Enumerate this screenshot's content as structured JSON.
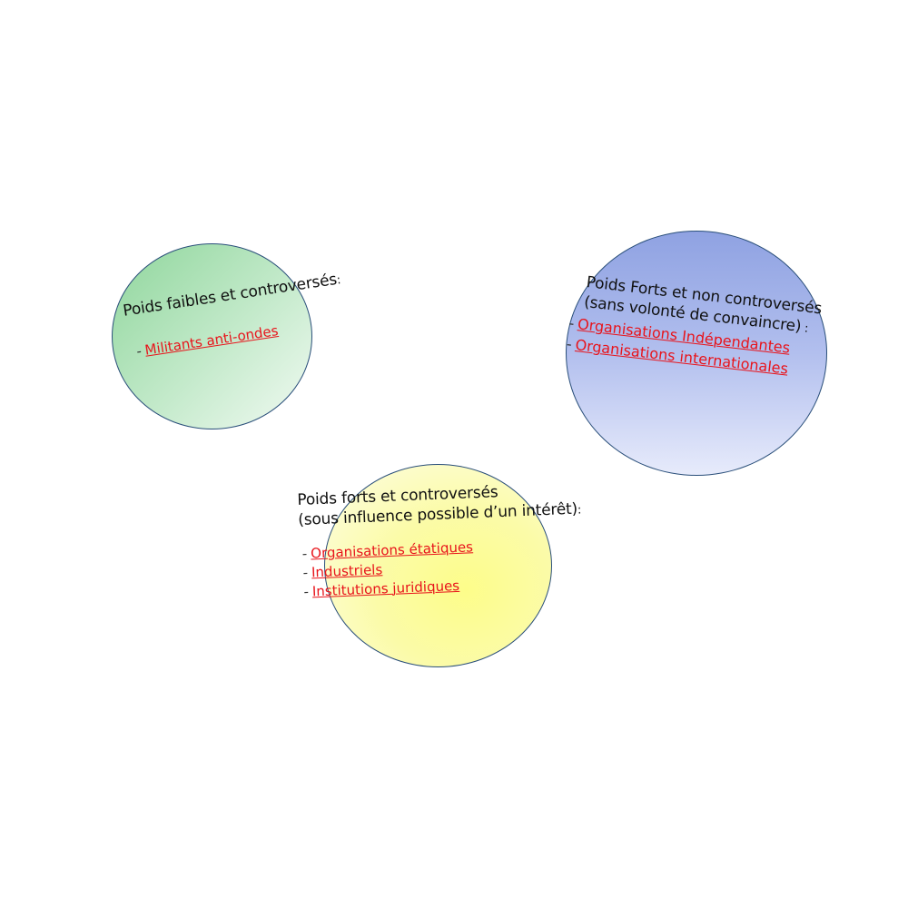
{
  "diagram": {
    "colors": {
      "green_circle": "#a8e0b2",
      "blue_circle": "#9eb0e8",
      "yellow_circle": "#fcfc9a",
      "circle_border": "#2a4f7a",
      "link_red": "#e8141b"
    },
    "groups": [
      {
        "heading": "Poids faibles et controversés",
        "heading_suffix": ":",
        "items": [
          "Militants anti-ondes"
        ]
      },
      {
        "heading_line1": "Poids Forts et non controversés",
        "heading_line2": "(sans volonté de convaincre)",
        "heading_suffix": " :",
        "items": [
          "Organisations Indépendantes",
          "Organisations internationales"
        ]
      },
      {
        "heading_line1": "Poids forts et controversés",
        "heading_line2": "(sous influence possible d’un intérêt)",
        "heading_suffix": ":",
        "items": [
          "Organisations étatiques",
          "Industriels",
          "Institutions juridiques"
        ]
      }
    ],
    "bullet": "-"
  }
}
